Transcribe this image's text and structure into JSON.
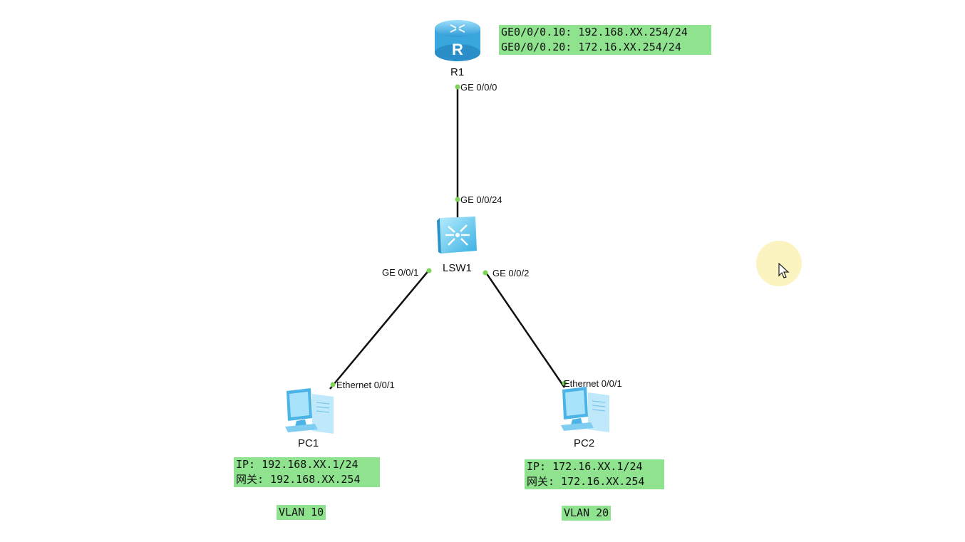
{
  "devices": {
    "router": {
      "name": "R1",
      "icon": "router-icon",
      "color": "#4fb3e8"
    },
    "switch": {
      "name": "LSW1",
      "icon": "switch-icon",
      "color": "#5cc4ec"
    },
    "pc1": {
      "name": "PC1",
      "icon": "pc-icon"
    },
    "pc2": {
      "name": "PC2",
      "icon": "pc-icon"
    }
  },
  "ports": {
    "r1_ge000": "GE 0/0/0",
    "sw_ge0024": "GE 0/0/24",
    "sw_ge001": "GE 0/0/1",
    "sw_ge002": "GE 0/0/2",
    "pc1_eth": "Ethernet 0/0/1",
    "pc2_eth": "Ethernet 0/0/1"
  },
  "notes": {
    "router": {
      "line1": "GE0/0/0.10: 192.168.XX.254/24",
      "line2": "GE0/0/0.20: 172.16.XX.254/24"
    },
    "pc1": {
      "ip": "IP: 192.168.XX.1/24",
      "gateway": "网关: 192.168.XX.254"
    },
    "pc2": {
      "ip": "IP: 172.16.XX.1/24",
      "gateway": "网关: 172.16.XX.254"
    },
    "vlan10": "VLAN 10",
    "vlan20": "VLAN 20"
  },
  "colors": {
    "note_bg": "#8fe38f",
    "link": "#111111",
    "port_dot": "#7fd35a",
    "cursor_highlight": "#fbf3c0"
  },
  "pointer": {
    "icon": "cursor-arrow-icon"
  }
}
